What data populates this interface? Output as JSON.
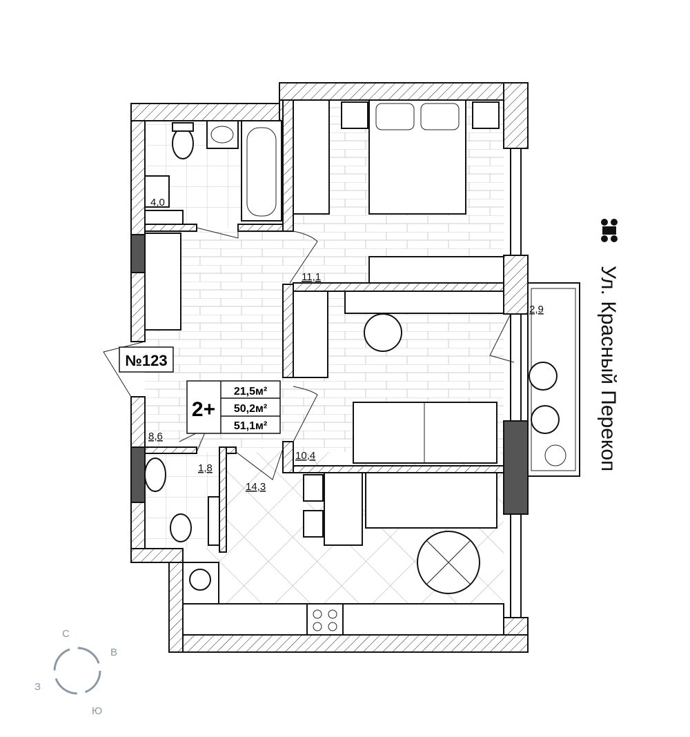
{
  "apartment": {
    "number": "№123",
    "rooms": "2+",
    "living_area": "21,5м²",
    "total_area": "50,2м²",
    "total_area_with_balcony": "51,1м²"
  },
  "room_areas": {
    "bathroom": "4,0",
    "bedroom": "11,1",
    "balcony": "2,9",
    "hallway": "8,6",
    "wc": "1,8",
    "kitchen_living": "14,3",
    "study": "10,4"
  },
  "street": {
    "name": "Ул. Красный Перекоп",
    "icon": "pedestrians-icon"
  },
  "compass": {
    "north": "С",
    "east": "В",
    "west": "З",
    "south": "Ю",
    "color": "#8a98a8"
  }
}
